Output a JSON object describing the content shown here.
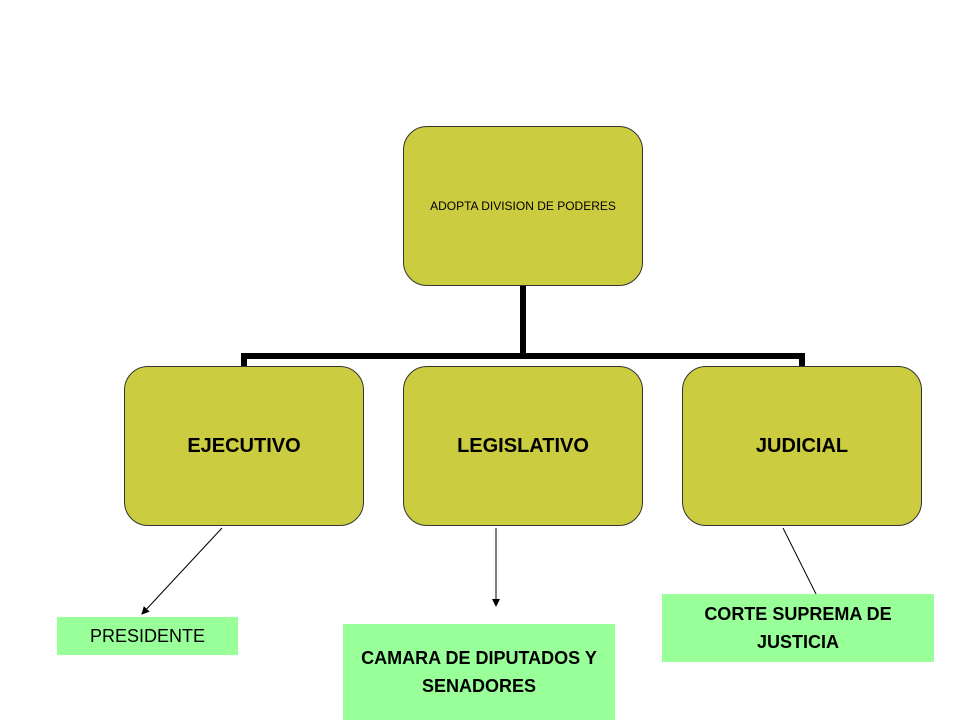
{
  "root": {
    "label": "ADOPTA DIVISION DE PODERES"
  },
  "branches": [
    {
      "label": "EJECUTIVO"
    },
    {
      "label": "LEGISLATIVO"
    },
    {
      "label": "JUDICIAL"
    }
  ],
  "leaves": {
    "presidente": "PRESIDENTE",
    "camara": "CAMARA DE DIPUTADOS Y SENADORES",
    "corte": "CORTE SUPREMA DE JUSTICIA"
  },
  "colors": {
    "node_fill": "#cccc40",
    "leaf_fill": "#99ff99",
    "connector": "#000000"
  }
}
